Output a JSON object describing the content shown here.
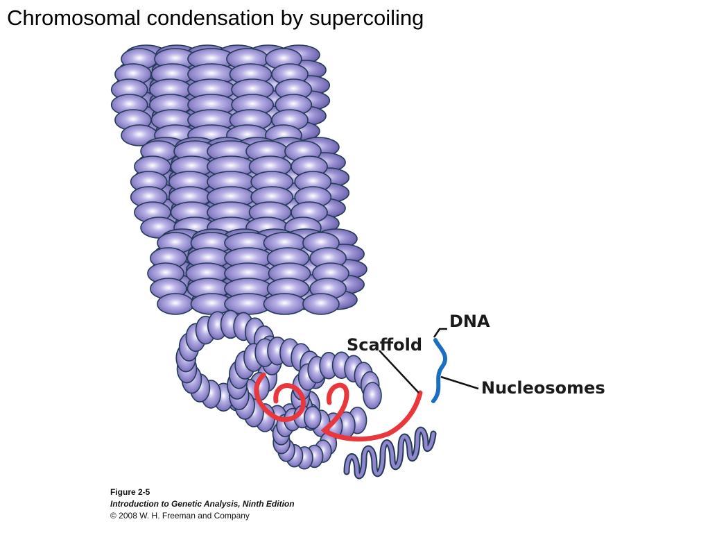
{
  "slide": {
    "title": "Chromosomal condensation by supercoiling"
  },
  "labels": {
    "dna": "DNA",
    "scaffold": "Scaffold",
    "nucleosomes": "Nucleosomes"
  },
  "caption": {
    "figure": "Figure 2-5",
    "book": "Introduction to Genetic Analysis, Ninth Edition",
    "copyright": "© 2008 W. H. Freeman and Company"
  },
  "colors": {
    "nucleosome_fill": "#8479c4",
    "nucleosome_highlight": "#ffffff",
    "nucleosome_outline": "#233a55",
    "scaffold": "#e8383d",
    "dna": "#1b6fc1"
  }
}
